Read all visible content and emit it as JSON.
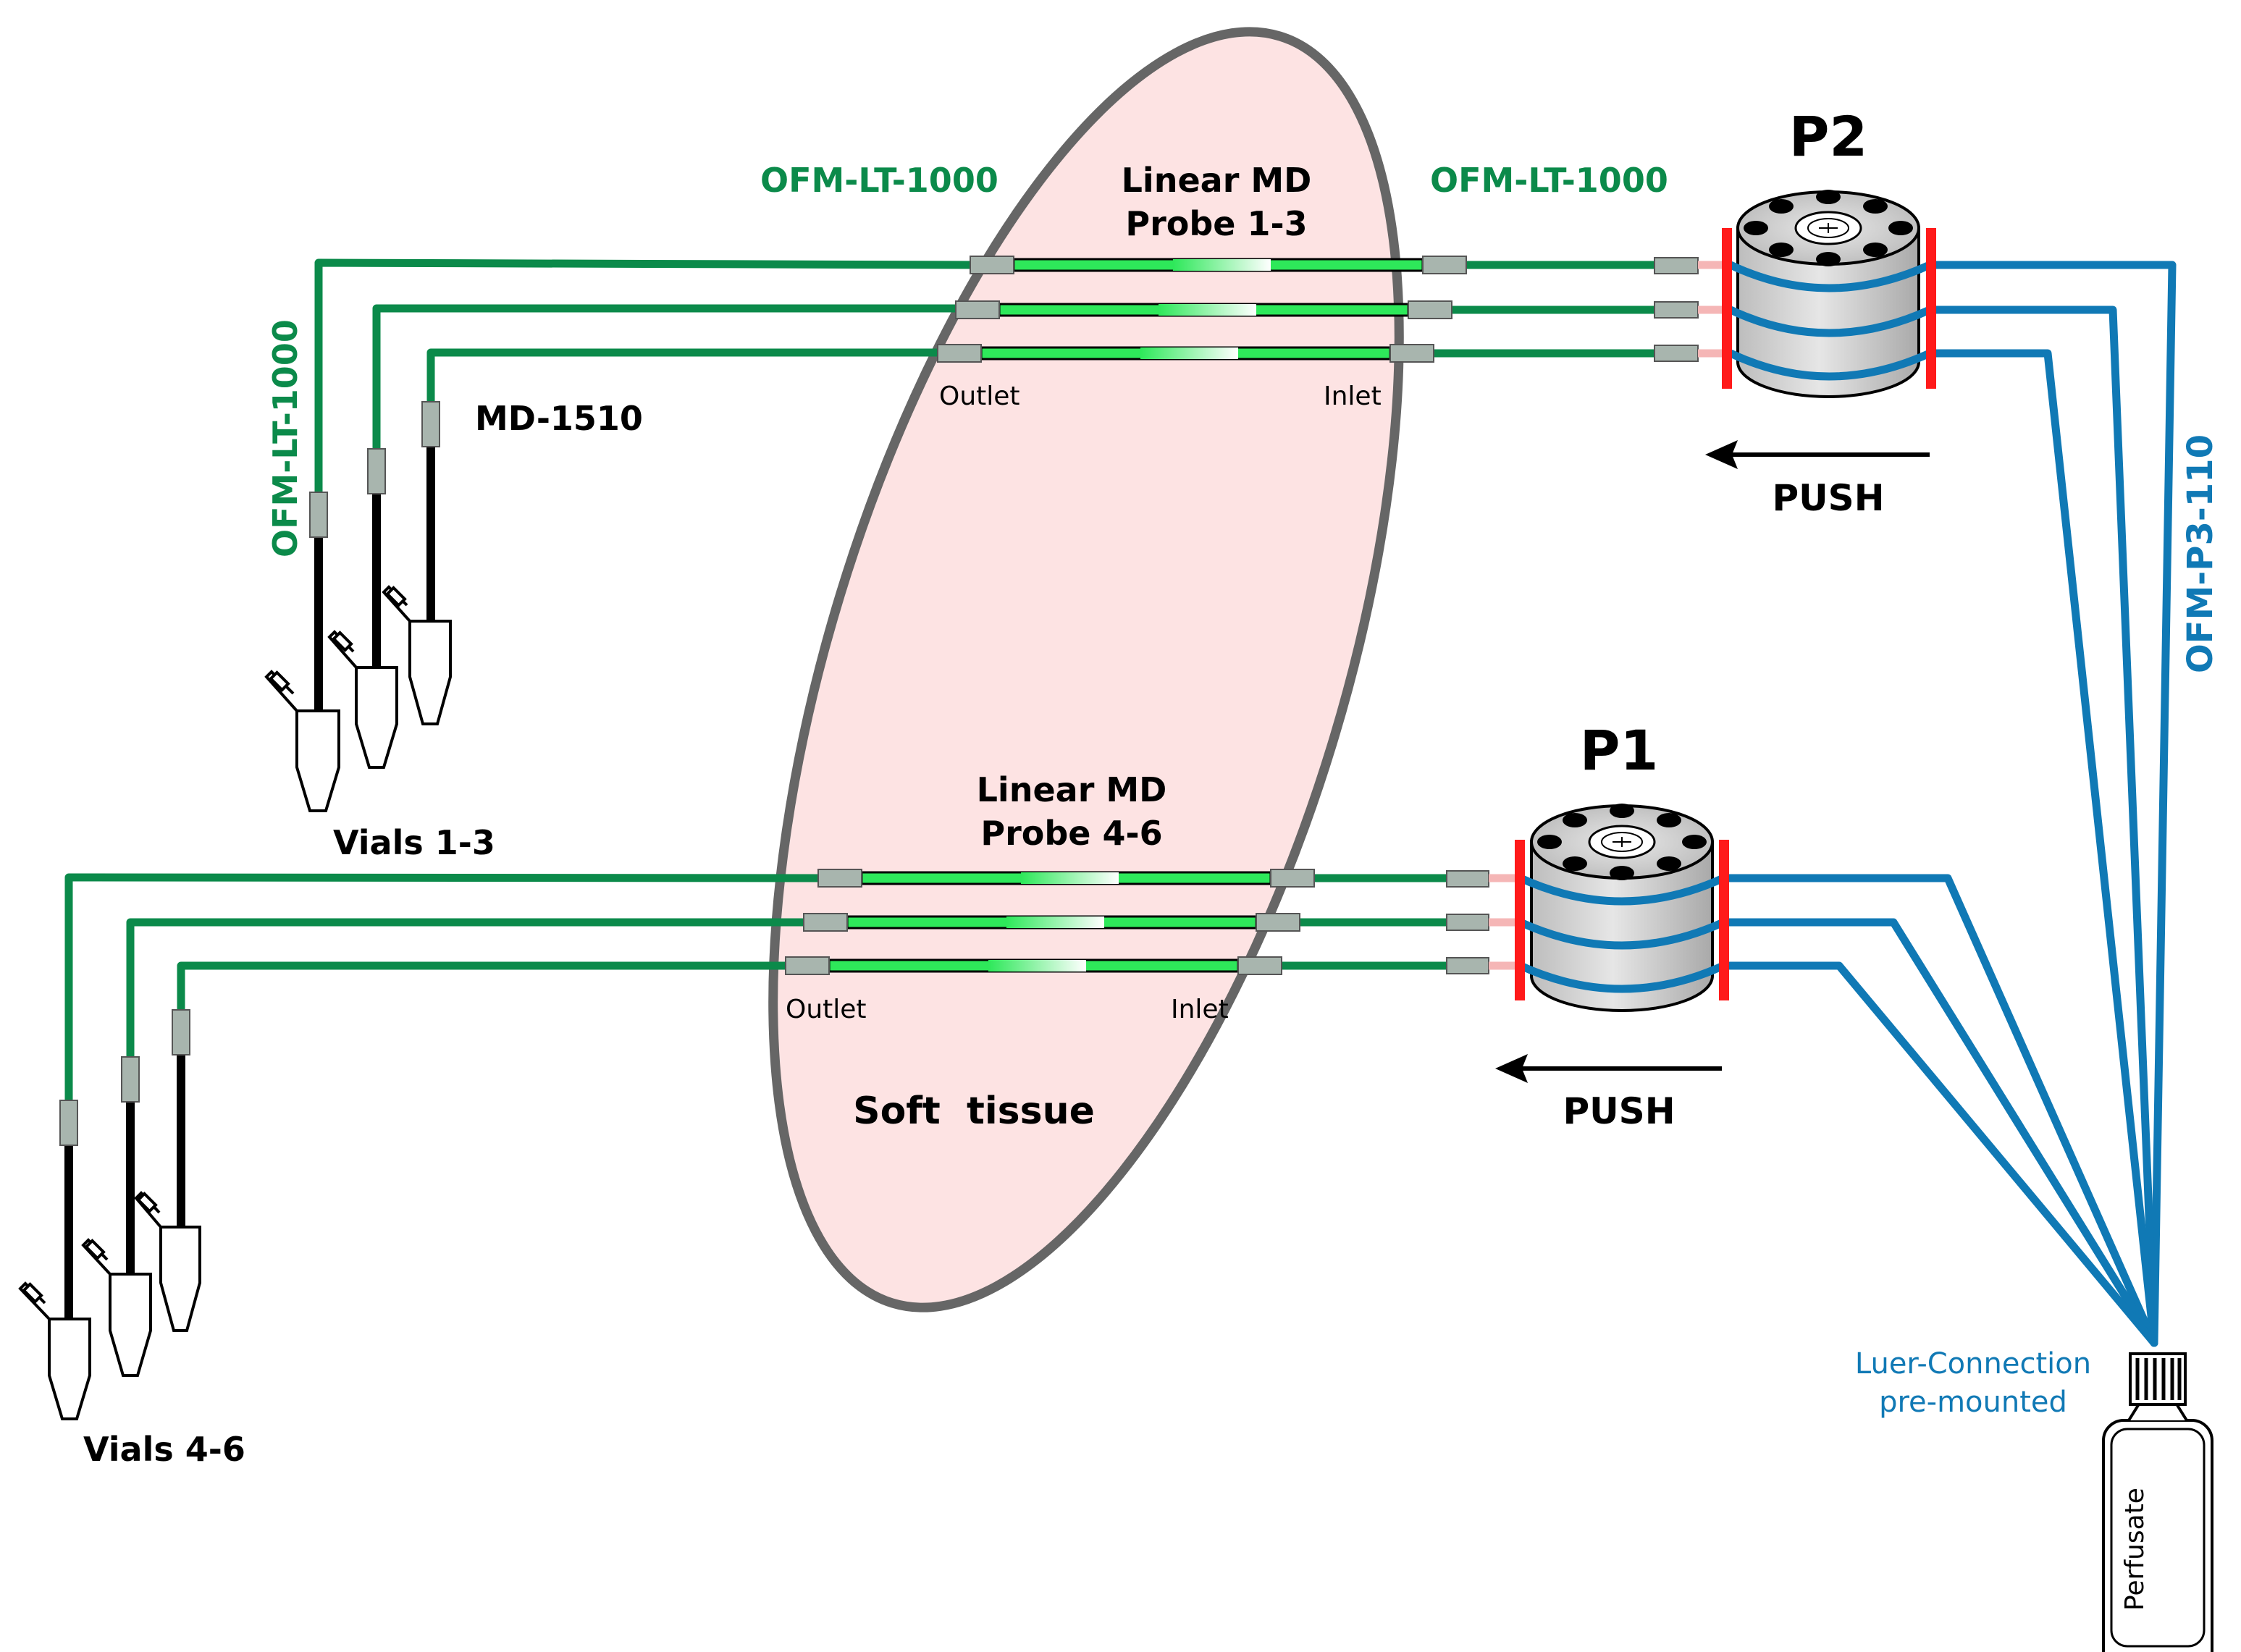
{
  "labels": {
    "ofm_lt_top_left": "OFM-LT-1000",
    "ofm_lt_top_right": "OFM-LT-1000",
    "ofm_lt_vertical": "OFM-LT-1000",
    "ofm_p3": "OFM-P3-110",
    "probe_top_line1": "Linear MD",
    "probe_top_line2": "Probe 1-3",
    "probe_bottom_line1": "Linear MD",
    "probe_bottom_line2": "Probe 4-6",
    "md1510": "MD-1510",
    "outlet_top": "Outlet",
    "inlet_top": "Inlet",
    "outlet_bottom": "Outlet",
    "inlet_bottom": "Inlet",
    "pump_p2": "P2",
    "pump_p1": "P1",
    "push_top": "PUSH",
    "push_bottom": "PUSH",
    "vials_top": "Vials 1-3",
    "vials_bottom": "Vials 4-6",
    "soft_tissue": "Soft  tissue",
    "luer_line1": "Luer-Connection",
    "luer_line2": "pre-mounted",
    "perfusate": "Perfusate"
  },
  "colors": {
    "tubing_green": "#0b8a4a",
    "probe_membrane": "#2ee85a",
    "tubing_blue": "#1079b5",
    "tissue_fill": "#fde3e3",
    "tissue_outline": "#666666",
    "pump_clamp": "#ff1a1a",
    "outlet_tubing": "#000000"
  }
}
